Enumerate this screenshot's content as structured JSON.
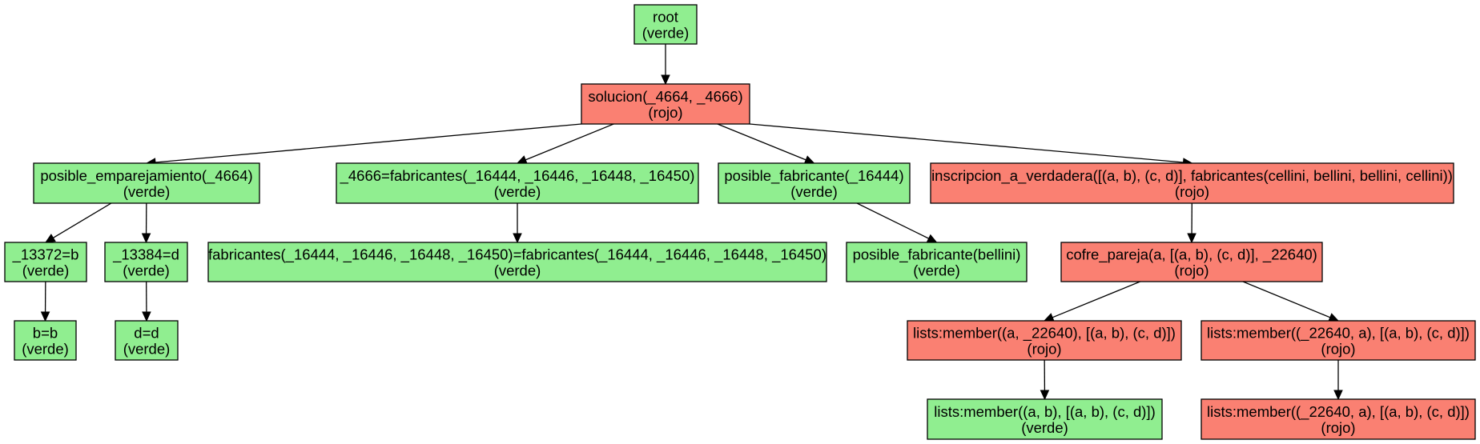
{
  "colors": {
    "verde": "#90ee90",
    "rojo": "#fa8072"
  },
  "nodes": [
    {
      "id": "root",
      "label": "root",
      "status": "(verde)",
      "color": "verde"
    },
    {
      "id": "solucion",
      "label": "solucion(_4664, _4666)",
      "status": "(rojo)",
      "color": "rojo"
    },
    {
      "id": "posible_emparejamiento",
      "label": "posible_emparejamiento(_4664)",
      "status": "(verde)",
      "color": "verde"
    },
    {
      "id": "eq_fabricantes",
      "label": "_4666=fabricantes(_16444, _16446, _16448, _16450)",
      "status": "(verde)",
      "color": "verde"
    },
    {
      "id": "posible_fabricante",
      "label": "posible_fabricante(_16444)",
      "status": "(verde)",
      "color": "verde"
    },
    {
      "id": "inscripcion",
      "label": "inscripcion_a_verdadera([(a, b), (c, d)], fabricantes(cellini, bellini, bellini, cellini))",
      "status": "(rojo)",
      "color": "rojo"
    },
    {
      "id": "eq_13372",
      "label": "_13372=b",
      "status": "(verde)",
      "color": "verde"
    },
    {
      "id": "eq_13384",
      "label": "_13384=d",
      "status": "(verde)",
      "color": "verde"
    },
    {
      "id": "fabricantes_unif",
      "label": "fabricantes(_16444, _16446, _16448, _16450)=fabricantes(_16444, _16446, _16448, _16450)",
      "status": "(verde)",
      "color": "verde"
    },
    {
      "id": "posible_fabricante_bellini",
      "label": "posible_fabricante(bellini)",
      "status": "(verde)",
      "color": "verde"
    },
    {
      "id": "cofre_pareja",
      "label": "cofre_pareja(a, [(a, b), (c, d)], _22640)",
      "status": "(rojo)",
      "color": "rojo"
    },
    {
      "id": "bb",
      "label": "b=b",
      "status": "(verde)",
      "color": "verde"
    },
    {
      "id": "dd",
      "label": "d=d",
      "status": "(verde)",
      "color": "verde"
    },
    {
      "id": "member_a",
      "label": "lists:member((a, _22640), [(a, b), (c, d)])",
      "status": "(rojo)",
      "color": "rojo"
    },
    {
      "id": "member_b",
      "label": "lists:member((_22640, a), [(a, b), (c, d)])",
      "status": "(rojo)",
      "color": "rojo"
    },
    {
      "id": "member_ab",
      "label": "lists:member((a, b), [(a, b), (c, d)])",
      "status": "(verde)",
      "color": "verde"
    },
    {
      "id": "member_b2",
      "label": "lists:member((_22640, a), [(a, b), (c, d)])",
      "status": "(rojo)",
      "color": "rojo"
    }
  ],
  "edges": [
    {
      "from": "root",
      "to": "solucion"
    },
    {
      "from": "solucion",
      "to": "posible_emparejamiento"
    },
    {
      "from": "solucion",
      "to": "eq_fabricantes"
    },
    {
      "from": "solucion",
      "to": "posible_fabricante"
    },
    {
      "from": "solucion",
      "to": "inscripcion"
    },
    {
      "from": "posible_emparejamiento",
      "to": "eq_13372"
    },
    {
      "from": "posible_emparejamiento",
      "to": "eq_13384"
    },
    {
      "from": "eq_fabricantes",
      "to": "fabricantes_unif"
    },
    {
      "from": "posible_fabricante",
      "to": "posible_fabricante_bellini"
    },
    {
      "from": "inscripcion",
      "to": "cofre_pareja"
    },
    {
      "from": "eq_13372",
      "to": "bb"
    },
    {
      "from": "eq_13384",
      "to": "dd"
    },
    {
      "from": "cofre_pareja",
      "to": "member_a"
    },
    {
      "from": "cofre_pareja",
      "to": "member_b"
    },
    {
      "from": "member_a",
      "to": "member_ab"
    },
    {
      "from": "member_b",
      "to": "member_b2"
    }
  ]
}
